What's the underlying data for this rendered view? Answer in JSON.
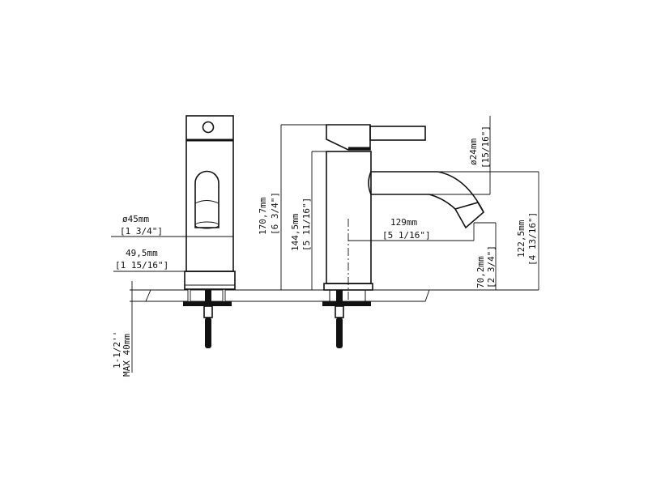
{
  "dimensions": {
    "base_diameter": {
      "metric": "ø45mm",
      "imperial": "[1 3/4\"]"
    },
    "flange_width": {
      "metric": "49,5mm",
      "imperial": "[1 15/16\"]"
    },
    "total_height": {
      "metric": "170,7mm",
      "imperial": "[6 3/4\"]"
    },
    "body_height": {
      "metric": "144,5mm",
      "imperial": "[5 11/16\"]"
    },
    "spout_reach": {
      "metric": "129mm",
      "imperial": "[5 1/16\"]"
    },
    "spout_diameter": {
      "metric": "ø24mm",
      "imperial": "[15/16\"]"
    },
    "spout_outlet_height": {
      "metric": "70,2mm",
      "imperial": "[2 3/4\"]"
    },
    "spout_top_height": {
      "metric": "122,5mm",
      "imperial": "[4 13/16\"]"
    },
    "max_deck_thickness": {
      "imperial": "1-1/2''",
      "metric": "MAX 40mm"
    }
  }
}
